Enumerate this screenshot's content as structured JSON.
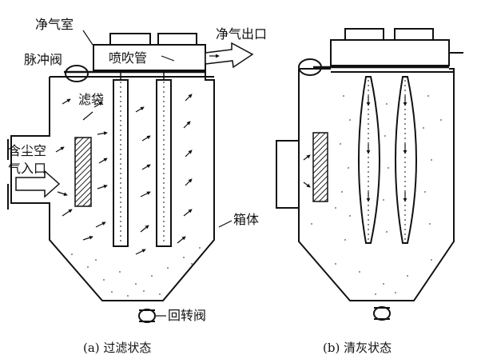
{
  "labels": {
    "clean_chamber": "净气室",
    "pulse_valve": "脉冲阀",
    "blow_pipe": "喷吹管",
    "clean_outlet": "净气出口",
    "filter_bag": "滤袋",
    "inlet_line1": "含尘空",
    "inlet_line2": "气入口",
    "box_body": "箱体",
    "rotary_valve": "回转阀"
  },
  "captions": {
    "a": "(a) 过滤状态",
    "b": "(b) 清灰状态"
  },
  "colors": {
    "line": "#111111",
    "dust": "#777777",
    "hatch": "#222222"
  }
}
